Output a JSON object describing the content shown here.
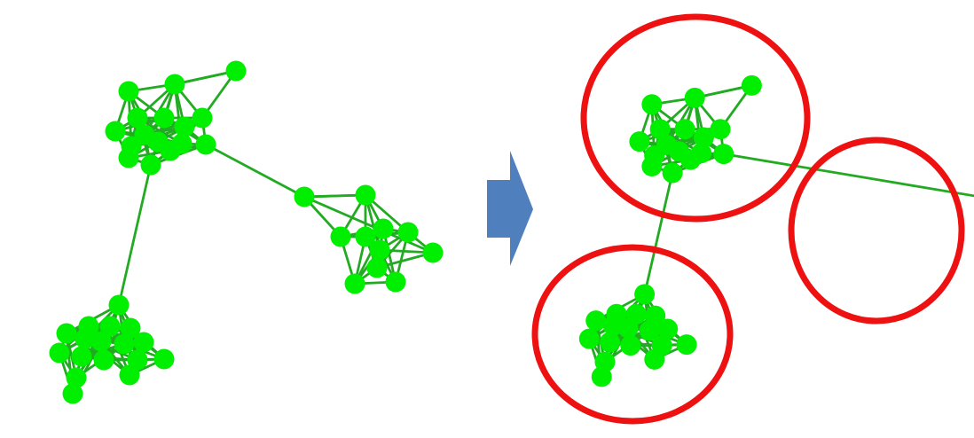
{
  "colors": {
    "node": "#00ee00",
    "edge": "#22aa22",
    "arrow": "#4f7fbd",
    "community_circle": "#ee1111",
    "background": "#ffffff"
  },
  "diagram": {
    "kind": "graph community detection",
    "panels": [
      {
        "name": "input-graph",
        "communities_highlighted": false
      },
      {
        "name": "detected-communities",
        "communities_highlighted": true
      }
    ],
    "arrow_direction": "right",
    "community_count": 3,
    "node_count": 44,
    "inter_community_edges": 2
  }
}
